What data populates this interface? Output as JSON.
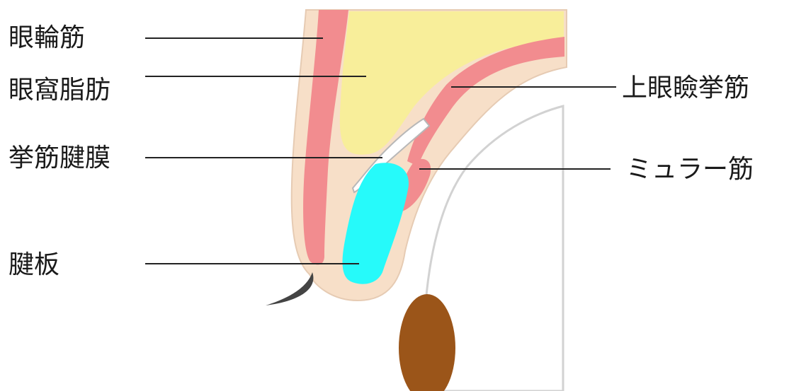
{
  "labels": {
    "orbicularis": "眼輪筋",
    "orbital_fat": "眼窩脂肪",
    "levator_aponeurosis": "挙筋腱膜",
    "tarsus": "腱板",
    "levator_muscle": "上眼瞼挙筋",
    "muller": "ミュラー筋"
  },
  "colors": {
    "skin": "#f7dfc8",
    "skin_edge": "#e6cbb3",
    "muscle": "#f28c8f",
    "fat": "#f8ee9a",
    "tarsus": "#26fafa",
    "eyelash": "#444444",
    "eyeball_outline": "#d2d2d2",
    "iris": "#9b5519"
  }
}
